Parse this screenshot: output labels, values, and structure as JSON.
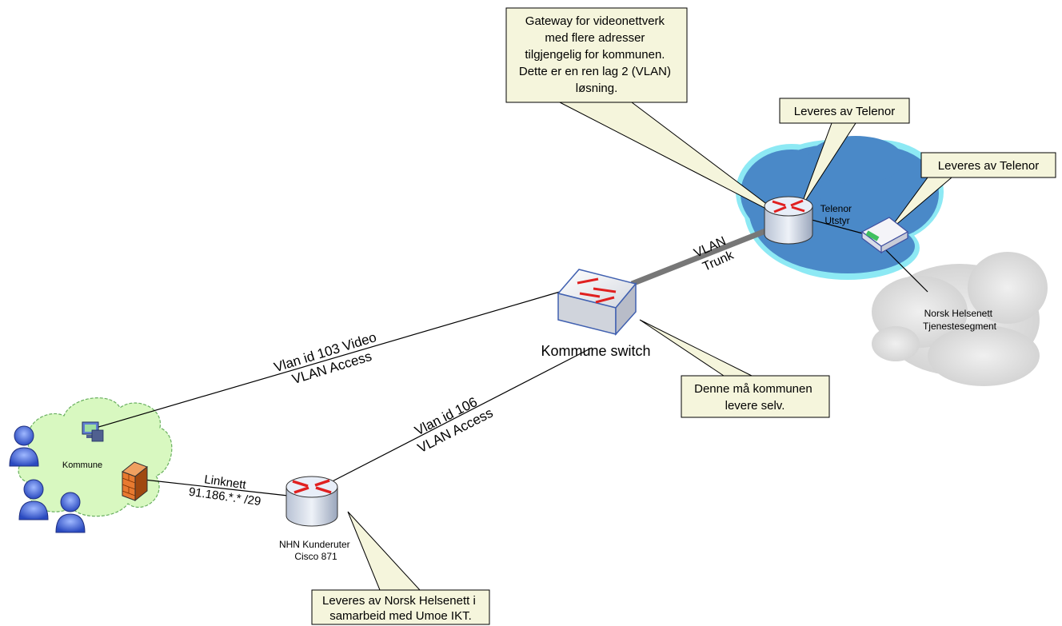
{
  "callouts": {
    "gateway": [
      "Gateway for videonettverk",
      "med flere adresser",
      "tilgjengelig for kommunen.",
      "Dette er en ren lag 2 (VLAN)",
      "løsning."
    ],
    "telenor_router": [
      "Leveres av Telenor"
    ],
    "telenor_modem": [
      "Leveres av Telenor"
    ],
    "switch": [
      "Denne må kommunen",
      "levere selv."
    ],
    "nhn_router": [
      "Leveres av Norsk Helsenett i",
      "samarbeid med Umoe IKT."
    ]
  },
  "nodes": {
    "telenor_cloud": [
      "Telenor",
      "Utstyr"
    ],
    "norsk_helsenett": [
      "Norsk Helsenett",
      "Tjenestesegment"
    ],
    "kommune_switch": "Kommune switch",
    "kommune": "Kommune",
    "nhn_router": [
      "NHN Kunderuter",
      "Cisco 871"
    ]
  },
  "links": {
    "trunk": [
      "VLAN",
      "Trunk"
    ],
    "video": [
      "Vlan id 103 Video",
      "VLAN Access"
    ],
    "access106": [
      "Vlan id 106",
      "VLAN Access"
    ],
    "linknett": [
      "Linknett",
      "91.186.*.* /29"
    ]
  },
  "colors": {
    "telenor_cloud": "#4a89c8",
    "telenor_glow": "#5de0f0",
    "gray_cloud": "#dcdcdc",
    "kommune_cloud": "#d8f8c0",
    "callout_fill": "#f5f5dc",
    "router_arrow": "#e02020",
    "user": "#4a6fd8"
  }
}
